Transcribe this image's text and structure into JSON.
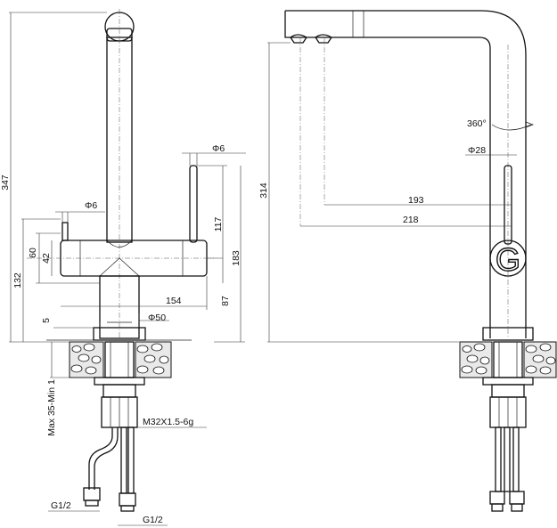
{
  "dims": {
    "d347": "347",
    "d132": "132",
    "d60": "60",
    "d42": "42",
    "d5": "5",
    "phi6_left": "Φ6",
    "phi6_top": "Φ6",
    "d117": "117",
    "d183": "183",
    "d87": "87",
    "d154": "154",
    "phi50": "Φ50",
    "max35": "Max 35-Min 1",
    "m32": "M32X1.5-6g",
    "g12a": "G1/2",
    "g12b": "G1/2",
    "d314": "314",
    "d360": "360°",
    "phi28": "Φ28",
    "d193": "193",
    "d218": "218"
  },
  "logo": "G"
}
